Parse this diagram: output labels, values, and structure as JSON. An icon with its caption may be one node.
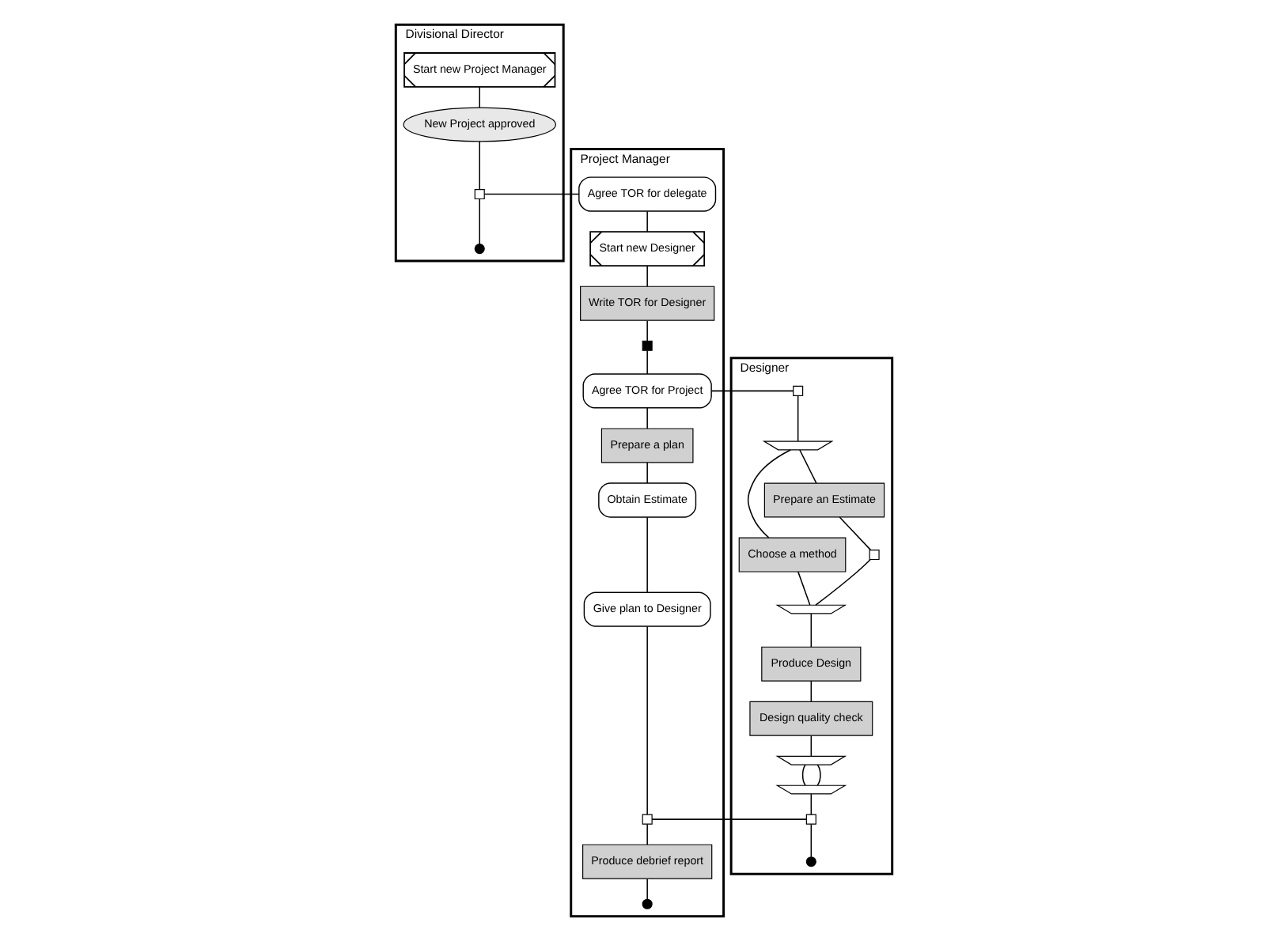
{
  "diagram": {
    "nodes": [
      {
        "text": [
          "Divisional Director"
        ]
      },
      {
        "text": [
          "Start new Project Manager"
        ],
        "in": 0
      },
      {
        "text": [
          "New Project approved"
        ],
        "in": 0
      },
      {
        "text": [],
        "shape": "box",
        "in": 0
      },
      {
        "text": [],
        "shape": "circle",
        "in": 0
      },
      {
        "text": [
          "Project Manager"
        ]
      },
      {
        "text": [
          "Agree TOR for delegate"
        ],
        "in": 5
      },
      {
        "text": [
          "Start new Designer"
        ],
        "in": 5
      },
      {
        "text": [
          "Write TOR for Designer"
        ],
        "in": 5
      },
      {
        "text": [],
        "shape": "box",
        "in": 5
      },
      {
        "text": [
          "Agree TOR for Project"
        ],
        "in": 5
      },
      {
        "text": [
          "Prepare a plan"
        ],
        "in": 5
      },
      {
        "text": [
          "Obtain Estimate"
        ],
        "in": 5
      },
      {
        "text": [
          "Give plan to Designer"
        ],
        "in": 5
      },
      {
        "text": [],
        "shape": "box",
        "in": 5
      },
      {
        "text": [
          "Produce debrief report"
        ],
        "in": 5
      },
      {
        "text": [],
        "shape": "circle",
        "in": 5
      },
      {
        "text": [
          "Designer"
        ]
      },
      {
        "text": [],
        "shape": "box",
        "in": 17
      },
      {
        "text": [],
        "shape": "bar",
        "in": 17
      },
      {
        "text": [
          "Choose a method"
        ],
        "in": 17
      },
      {
        "text": [
          "Prepare an Estimate"
        ],
        "in": 17
      },
      {
        "text": [],
        "shape": "box",
        "in": 17
      },
      {
        "text": [],
        "shape": "bar",
        "in": 17
      },
      {
        "text": [
          "Produce Design"
        ],
        "in": 17
      },
      {
        "text": [
          "Design quality check"
        ],
        "in": 17
      },
      {
        "text": [],
        "shape": "bar",
        "in": 17
      },
      {
        "text": [],
        "shape": "bar",
        "in": 17
      },
      {
        "text": [],
        "shape": "box",
        "in": 17
      },
      {
        "text": [],
        "shape": "circle",
        "in": 17
      }
    ],
    "edges": [
      {
        "from": 1,
        "to": 2,
        "arrow": "none"
      },
      {
        "from": 2,
        "to": 3,
        "arrow": "none"
      },
      {
        "from": 3,
        "to": 4,
        "arrow": "none"
      },
      {
        "from": 3,
        "to": 6,
        "arrow": "none"
      },
      {
        "from": 6,
        "to": 7,
        "arrow": "none"
      },
      {
        "from": 7,
        "to": 8,
        "arrow": "none"
      },
      {
        "from": 8,
        "to": 9,
        "arrow": "none"
      },
      {
        "from": 9,
        "to": 10,
        "arrow": "none"
      },
      {
        "from": 10,
        "to": 11,
        "arrow": "none"
      },
      {
        "from": 11,
        "to": 12,
        "arrow": "none"
      },
      {
        "from": 12,
        "to": 13,
        "arrow": "none"
      },
      {
        "from": 13,
        "to": 14,
        "arrow": "none"
      },
      {
        "from": 14,
        "to": 15,
        "arrow": "none"
      },
      {
        "from": 15,
        "to": 16,
        "arrow": "none"
      },
      {
        "from": 10,
        "to": 18,
        "arrow": "none"
      },
      {
        "from": 18,
        "to": 19,
        "arrow": "none"
      },
      {
        "from": 19,
        "to": 20,
        "arrow": "none"
      },
      {
        "from": 19,
        "to": 21,
        "arrow": "none"
      },
      {
        "from": 21,
        "to": 22,
        "arrow": "none"
      },
      {
        "from": 20,
        "to": 23,
        "arrow": "none"
      },
      {
        "from": 22,
        "to": 23,
        "arrow": "none"
      },
      {
        "from": 23,
        "to": 24,
        "arrow": "none"
      },
      {
        "from": 24,
        "to": 25,
        "arrow": "none"
      },
      {
        "from": 25,
        "to": 26,
        "arrow": "none"
      },
      {
        "from": 26,
        "to": 27,
        "arrow": "none"
      },
      {
        "from": 26,
        "to": 27,
        "arrow": "none"
      },
      {
        "from": 27,
        "to": 28,
        "arrow": "none"
      },
      {
        "from": 28,
        "to": 29,
        "arrow": "none"
      },
      {
        "from": 14,
        "to": 28,
        "arrow": "none"
      }
    ]
  }
}
